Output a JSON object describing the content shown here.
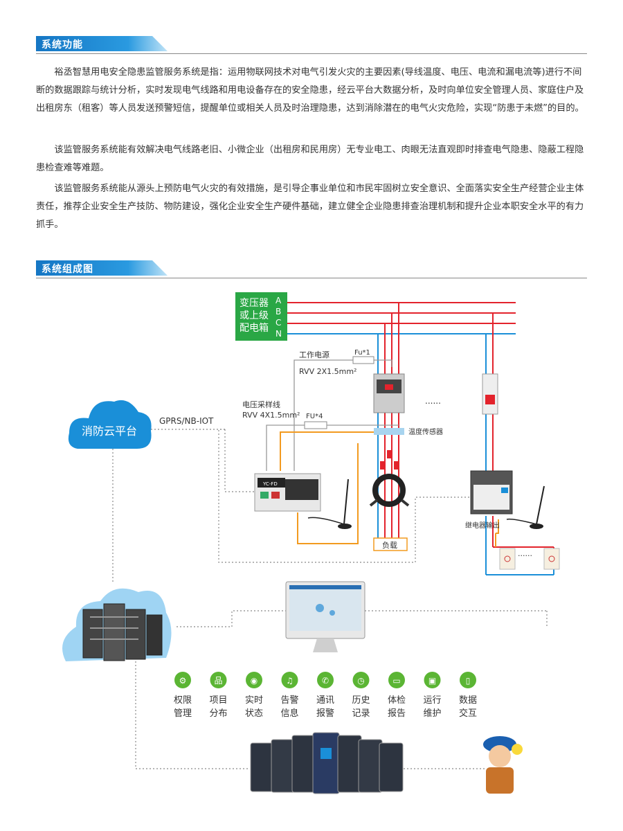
{
  "sections": [
    {
      "title": "系统功能"
    },
    {
      "title": "系统组成图"
    }
  ],
  "paragraphs": [
    "裕丞智慧用电安全隐患监管服务系统是指：运用物联网技术对电气引发火灾的主要因素(导线温度、电压、电流和漏电流等)进行不间断的数据跟踪与统计分析，实时发现电气线路和用电设备存在的安全隐患，经云平台大数据分析，及时向单位安全管理人员、家庭住户及出租房东（租客）等人员发送预警短信，提醒单位或相关人员及时治理隐患，达到消除潜在的电气火灾危险，实现“防患于未燃”的目的。",
    "该监管服务系统能有效解决电气线路老旧、小微企业（出租房和民用房）无专业电工、肉眼无法直观即时排查电气隐患、隐蔽工程隐患检查难等难题。",
    "该监管服务系统能从源头上预防电气火灾的有效措施，是引导企事业单位和市民牢固树立安全意识、全面落实安全生产经营企业主体责任，推荐企业安全生产技防、物防建设，强化企业安全生产硬件基础，建立健全企业隐患排查治理机制和提升企业本职安全水平的有力抓手。"
  ],
  "diagram": {
    "transformer_lines": [
      "变压器",
      "或上级",
      "配电箱"
    ],
    "phases": [
      "A",
      "B",
      "C",
      "N"
    ],
    "power_label": "工作电源",
    "power_cable": "RVV 2X1.5mm²",
    "fuse1": "Fu*1",
    "voltage_label": "电压采样线",
    "voltage_cable": "RVV 4X1.5mm²",
    "fuse4": "FU*4",
    "temp_sensor": "温度传感器",
    "dots": "......",
    "cloud_platform": "消防云平台",
    "network": "GPRS/NB-IOT",
    "load": "负载",
    "relay_output": "继电器输出",
    "device_label": "YC-FD",
    "outlet_dots": "......"
  },
  "features": [
    {
      "line1": "权限",
      "line2": "管理",
      "icon": "gear-icon"
    },
    {
      "line1": "项目",
      "line2": "分布",
      "icon": "network-icon"
    },
    {
      "line1": "实时",
      "line2": "状态",
      "icon": "eye-icon"
    },
    {
      "line1": "告警",
      "line2": "信息",
      "icon": "bell-icon"
    },
    {
      "line1": "通讯",
      "line2": "报警",
      "icon": "phone-icon"
    },
    {
      "line1": "历史",
      "line2": "记录",
      "icon": "clock-icon"
    },
    {
      "line1": "体检",
      "line2": "报告",
      "icon": "folder-icon"
    },
    {
      "line1": "运行",
      "line2": "维护",
      "icon": "monitor-icon"
    },
    {
      "line1": "数据",
      "line2": "交互",
      "icon": "mobile-icon"
    }
  ],
  "colors": {
    "accent_blue": "#1a8fd8",
    "green": "#2aa745",
    "red": "#e3232c",
    "orange": "#f29a1f",
    "feature_green": "#5bb534"
  }
}
